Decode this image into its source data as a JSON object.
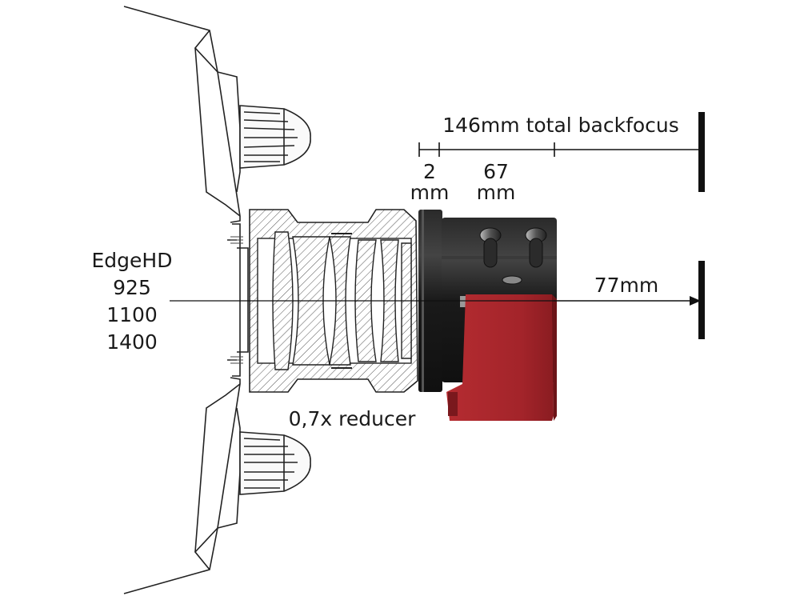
{
  "telescope": {
    "name": "EdgeHD",
    "models": [
      "925",
      "1100",
      "1400"
    ]
  },
  "reducer": {
    "label": "0,7x reducer"
  },
  "dimensions": {
    "total": "146mm total backfocus",
    "spacer_value": "2",
    "spacer_unit": "mm",
    "adapter_value": "67",
    "adapter_unit": "mm",
    "camera": "77mm"
  },
  "colors": {
    "camera_red": "#a8262c",
    "camera_black": "#1c1c1c",
    "line": "#111111"
  }
}
